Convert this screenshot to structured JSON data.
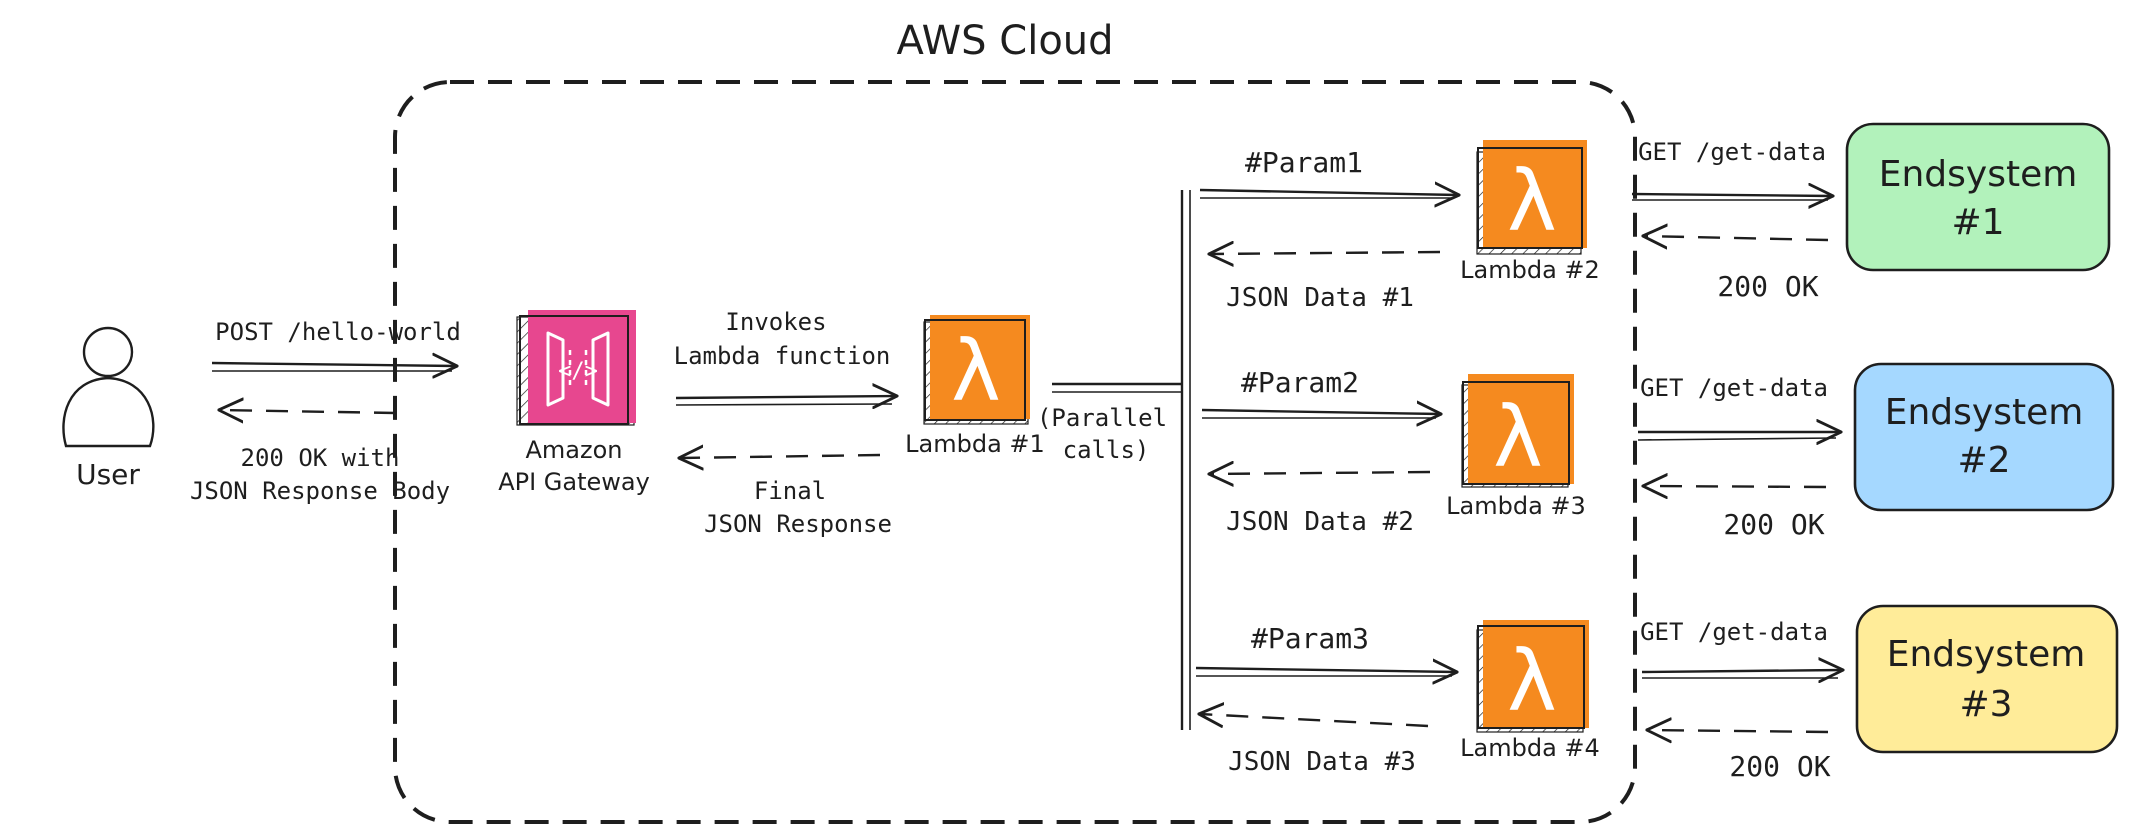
{
  "title": "AWS Cloud",
  "user": {
    "label": "User"
  },
  "api_gateway": {
    "label_line1": "Amazon",
    "label_line2": "API Gateway"
  },
  "lambdas": [
    {
      "label": "Lambda #1"
    },
    {
      "label": "Lambda #2"
    },
    {
      "label": "Lambda #3"
    },
    {
      "label": "Lambda #4"
    }
  ],
  "lambda_symbol": "λ",
  "edges": {
    "user_request": "POST /hello-world",
    "user_response_line1": "200 OK with",
    "user_response_line2": "JSON Response Body",
    "invoke_line1": "Invokes",
    "invoke_line2": "Lambda function",
    "final_line1": "Final",
    "final_line2": "JSON Response",
    "parallel_line1": "(Parallel",
    "parallel_line2": "calls)",
    "params": [
      "#Param1",
      "#Param2",
      "#Param3"
    ],
    "json_data": [
      "JSON Data #1",
      "JSON Data #2",
      "JSON Data #3"
    ],
    "get_data": [
      "GET /get-data",
      "GET /get-data",
      "GET /get-data"
    ],
    "ok": [
      "200 OK",
      "200 OK",
      "200 OK"
    ]
  },
  "endsystems": [
    {
      "line1": "Endsystem",
      "line2": "#1",
      "color": "#b2f2bb"
    },
    {
      "line1": "Endsystem",
      "line2": "#2",
      "color": "#a5d8ff"
    },
    {
      "line1": "Endsystem",
      "line2": "#3",
      "color": "#ffec99"
    }
  ],
  "colors": {
    "lambda": "#f58a1f",
    "gateway": "#e7478f",
    "stroke": "#1e1e1e"
  }
}
